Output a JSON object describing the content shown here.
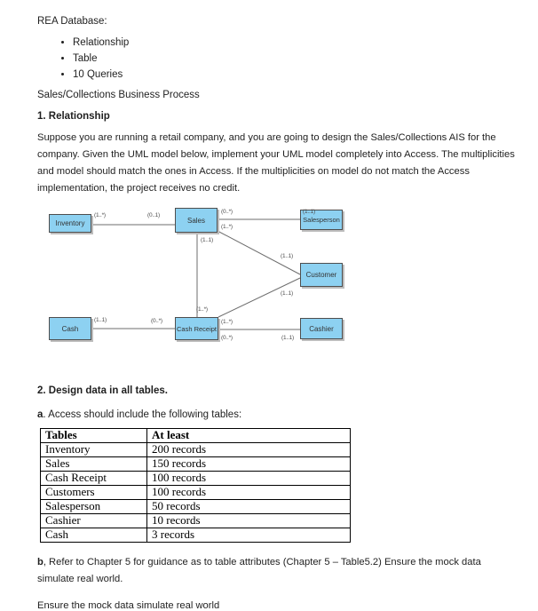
{
  "doc": {
    "title": "REA Database:",
    "bullets": [
      "Relationship",
      "Table",
      "10 Queries"
    ],
    "subtitle": "Sales/Collections Business Process"
  },
  "section1": {
    "heading": "1. Relationship",
    "body": "Suppose you are running a retail company, and you are going to design the Sales/Collections AIS for the company. Given the UML model below, implement your UML model completely into Access. The multiplicities and model should match the ones in Access. If the multiplicities on model do not match the Access implementation, the project receives no credit."
  },
  "diagram": {
    "box_fill": "#8dd1f1",
    "box_border": "#4e4e4e",
    "line_color": "#6e6e6e",
    "nodes": [
      {
        "id": "inventory",
        "label": "Inventory"
      },
      {
        "id": "sales",
        "label": "Sales"
      },
      {
        "id": "salesperson",
        "label": "Salesperson"
      },
      {
        "id": "customer",
        "label": "Customer"
      },
      {
        "id": "cash",
        "label": "Cash"
      },
      {
        "id": "cash-receipt",
        "label": "Cash Receipt"
      },
      {
        "id": "cashier",
        "label": "Cashier"
      }
    ],
    "multiplicities": [
      {
        "edge": "inventory-sales",
        "near": "inventory",
        "label": "(1..*)"
      },
      {
        "edge": "inventory-sales",
        "near": "sales",
        "label": "(0..1)"
      },
      {
        "edge": "sales-salesperson",
        "near": "sales",
        "label": "(0..*)"
      },
      {
        "edge": "sales-salesperson",
        "near": "salesperson",
        "label": "(1..1)"
      },
      {
        "edge": "sales-customer",
        "near": "sales",
        "label": "(1..*)"
      },
      {
        "edge": "sales-customer",
        "near": "customer",
        "label": "(1..1)"
      },
      {
        "edge": "sales-cashreceipt",
        "near": "sales",
        "label": "(1..1)"
      },
      {
        "edge": "sales-cashreceipt",
        "near": "cashreceipt",
        "label": "(1..*)"
      },
      {
        "edge": "cash-cashreceipt",
        "near": "cash",
        "label": "(1..1)"
      },
      {
        "edge": "cash-cashreceipt",
        "near": "cashreceipt",
        "label": "(0..*)"
      },
      {
        "edge": "cashreceipt-customer",
        "near": "customer",
        "label": "(1..1)"
      },
      {
        "edge": "cashreceipt-customer",
        "near": "cashreceipt",
        "label": "(1..*)"
      },
      {
        "edge": "cashreceipt-cashier",
        "near": "cashreceipt",
        "label": "(0..*)"
      },
      {
        "edge": "cashreceipt-cashier",
        "near": "cashier",
        "label": "(1..1)"
      }
    ]
  },
  "section2": {
    "heading": "2. Design data in all tables.",
    "a_prefix": "a",
    "a_text": ". Access should include the following tables:",
    "table": {
      "headers": [
        "Tables",
        "At least"
      ],
      "rows": [
        {
          "name": "Inventory",
          "records": "200 records"
        },
        {
          "name": "Sales",
          "records": "150 records"
        },
        {
          "name": "Cash Receipt",
          "records": "100 records"
        },
        {
          "name": "Customers",
          "records": "100 records"
        },
        {
          "name": "Salesperson",
          "records": "50 records"
        },
        {
          "name": "Cashier",
          "records": "10 records"
        },
        {
          "name": "Cash",
          "records": "3 records"
        }
      ]
    },
    "b_prefix": "b",
    "b_text": ", Refer to Chapter 5 for guidance as to table attributes (Chapter 5 – Table5.2) Ensure the mock data simulate real world.",
    "ensure_text": "Ensure the mock data simulate real world"
  }
}
